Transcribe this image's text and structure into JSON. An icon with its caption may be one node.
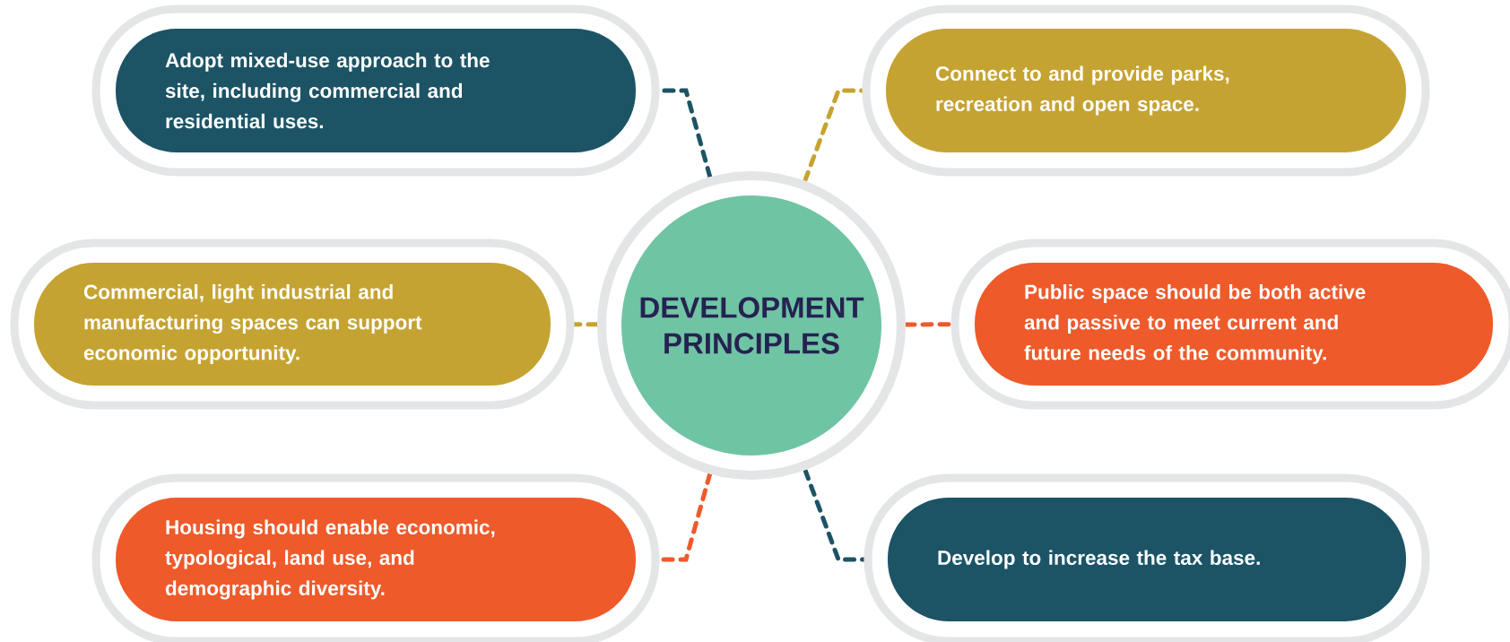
{
  "diagram": {
    "nodes": [
      {
        "text": [
          "Adopt mixed-use approach to the site, including commercial and residential uses."
        ]
      },
      {
        "text": [
          "Connect to and provide parks, recreation and open space."
        ]
      },
      {
        "text": [
          "DEVELOPMENT PRINCIPLES"
        ]
      },
      {
        "text": [
          "Commercial, light industrial and manufacturing spaces can support economic opportunity."
        ]
      },
      {
        "text": [
          "Public space should be both active and passive to meet current and future needs of the community."
        ]
      },
      {
        "text": [
          "Housing should enable economic, typological, land use, and demographic diversity."
        ]
      },
      {
        "text": [
          "Develop to increase the tax base."
        ]
      }
    ],
    "edges": [
      {
        "from": 2,
        "to": 0,
        "arrow": "none",
        "style": "dashed",
        "color": "#1c5466"
      },
      {
        "from": 2,
        "to": 1,
        "arrow": "none",
        "style": "dashed",
        "color": "#c5a332"
      },
      {
        "from": 2,
        "to": 3,
        "arrow": "none",
        "style": "dashed",
        "color": "#c5a332"
      },
      {
        "from": 2,
        "to": 4,
        "arrow": "none",
        "style": "dashed",
        "color": "#ee5a2a"
      },
      {
        "from": 2,
        "to": 5,
        "arrow": "none",
        "style": "dashed",
        "color": "#ee5a2a"
      },
      {
        "from": 2,
        "to": 6,
        "arrow": "none",
        "style": "dashed",
        "color": "#1c5466"
      }
    ]
  }
}
